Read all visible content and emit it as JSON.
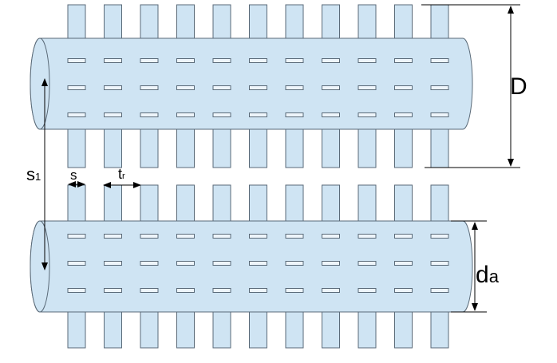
{
  "labels": {
    "D": "D",
    "da": "d",
    "da_sub": "a",
    "s1": "s",
    "s1_sub": "1",
    "s": "s",
    "tr": "t",
    "tr_sub": "r"
  },
  "colors": {
    "fill": "#cfe4f3",
    "stroke": "#5a6a78",
    "slot": "#eef5fb",
    "dim": "#000000"
  },
  "tubes": [
    {
      "name": "upper-tube",
      "fins_per_row": 11,
      "slot_rows": 3
    },
    {
      "name": "lower-tube",
      "fins_per_row": 11,
      "slot_rows": 3
    }
  ]
}
